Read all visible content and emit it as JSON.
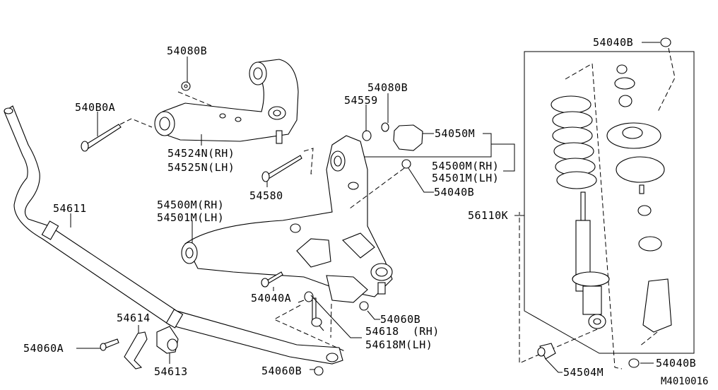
{
  "diagram": {
    "type": "exploded-parts-diagram",
    "subject": "Front suspension (upper/lower control arms, stabilizer bar, strut assembly)",
    "figure_code": "M4010016",
    "labels": {
      "upper_nut": "54080B",
      "upper_bolt": "540B0A",
      "upper_arm_rh": "54524N(RH)",
      "upper_arm_lh": "54525N(LH)",
      "stabilizer_bar": "54611",
      "lower_bolt": "54580",
      "lower_arm_left_rh": "54500M(RH)",
      "lower_arm_left_lh": "54501M(LH)",
      "washer": "54559",
      "lower_nut": "54080B",
      "bushing_ring": "54050M",
      "lower_arm_right_rh": "54500M(RH)",
      "lower_arm_right_lh": "54501M(LH)",
      "lower_arm_nut": "54040B",
      "bracket_bolt": "54040A",
      "link_nut": "54060B",
      "link_rh": "54618  (RH)",
      "link_lh": "54618M(LH)",
      "link_lower_nut": "54060B",
      "clamp_bolt": "54060A",
      "clamp": "54614",
      "bushing": "54613",
      "strut_top_nut": "54040B",
      "strut_assembly": "56110K",
      "strut_bushing": "54504M",
      "strut_bottom_nut": "54040B"
    }
  }
}
